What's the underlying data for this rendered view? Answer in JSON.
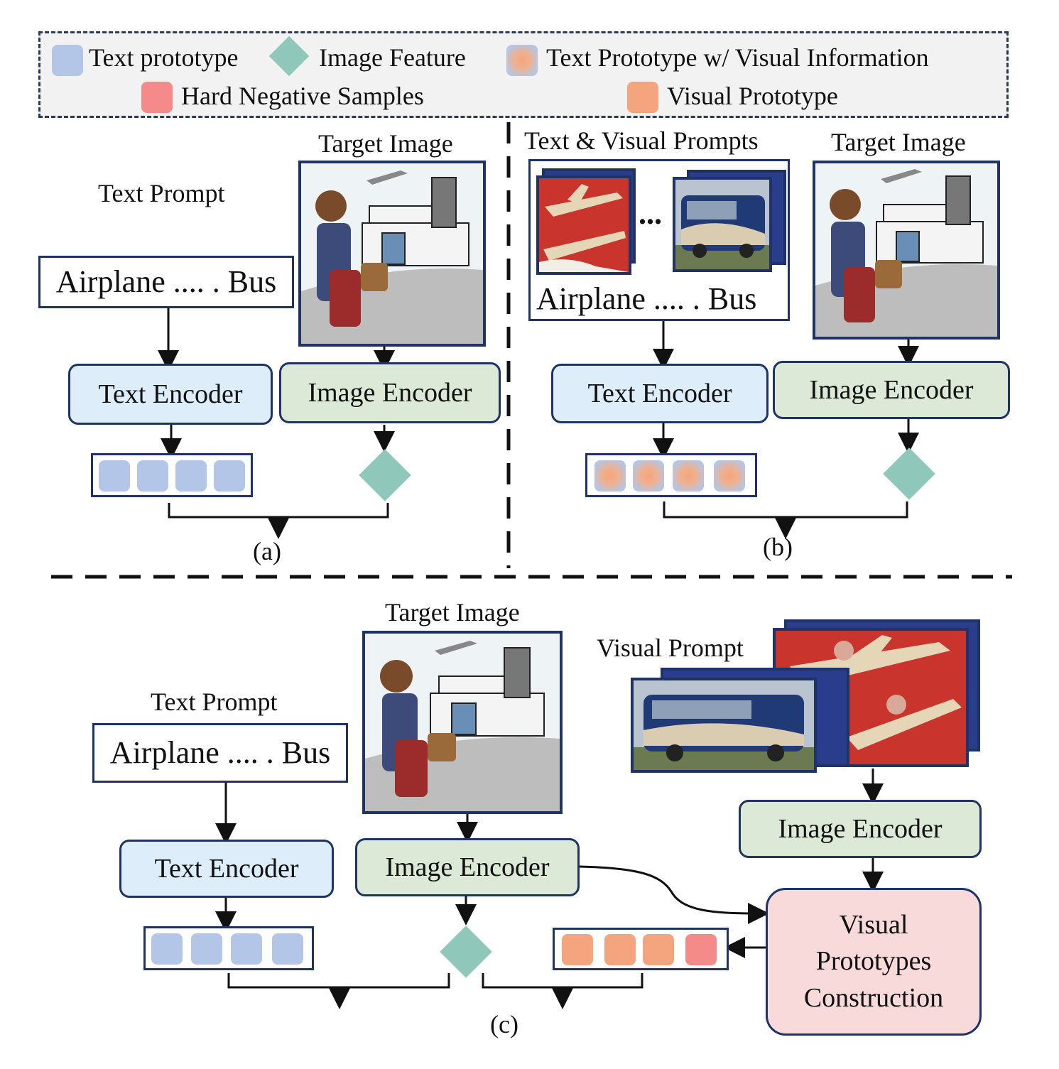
{
  "legend": {
    "text_prototype": "Text prototype",
    "image_feature": "Image Feature",
    "text_prototype_visual": "Text Prototype w/ Visual Information",
    "hard_negative": "Hard Negative Samples",
    "visual_prototype": "Visual Prototype"
  },
  "panel_a": {
    "target_image": "Target Image",
    "text_prompt": "Text Prompt",
    "prompt_text": "Airplane .... . Bus",
    "text_encoder": "Text Encoder",
    "image_encoder": "Image Encoder",
    "caption": "(a)"
  },
  "panel_b": {
    "prompts_title": "Text & Visual Prompts",
    "target_image": "Target Image",
    "ellipsis": "...",
    "prompt_text": "Airplane .... . Bus",
    "text_encoder": "Text Encoder",
    "image_encoder": "Image Encoder",
    "caption": "(b)"
  },
  "panel_c": {
    "target_image": "Target Image",
    "visual_prompt": "Visual Prompt",
    "text_prompt": "Text Prompt",
    "prompt_text": "Airplane .... . Bus",
    "text_encoder": "Text Encoder",
    "image_encoder": "Image Encoder",
    "image_encoder_right": "Image Encoder",
    "vpc_line1": "Visual",
    "vpc_line2": "Prototypes",
    "vpc_line3": "Construction",
    "caption": "(c)"
  },
  "colors": {
    "text_proto": "#b4c6e7",
    "image_feature": "#8fc8bb",
    "visual_proto": "#f4a57e",
    "hard_negative": "#f48a8a",
    "border": "#1f3464"
  },
  "icons": [
    "airport-scene-icon",
    "airplane-poster-icon",
    "bus-photo-icon"
  ]
}
